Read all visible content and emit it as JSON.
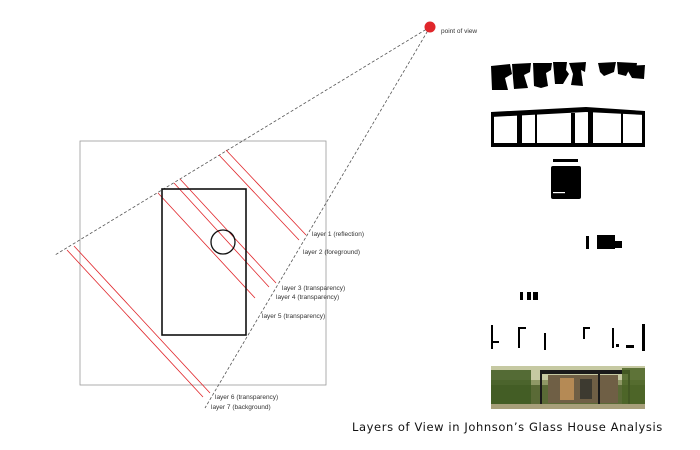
{
  "diagram": {
    "point_label": "point of view",
    "layers": [
      "layer 1 (reflection)",
      "layer 2 (foreground)",
      "layer 3 (transparency)",
      "layer 4 (transparency)",
      "layer 5 (transparency)",
      "layer 6 (transparency)",
      "layer 7 (background)"
    ],
    "colors": {
      "viewpoint": "#e0262b",
      "layer_lines": "#e0262b",
      "frame": "#9a9a9a",
      "house": "#111111",
      "sight_lines": "#555555"
    }
  },
  "caption": "Layers of View in Johnson’s Glass House Analysis"
}
